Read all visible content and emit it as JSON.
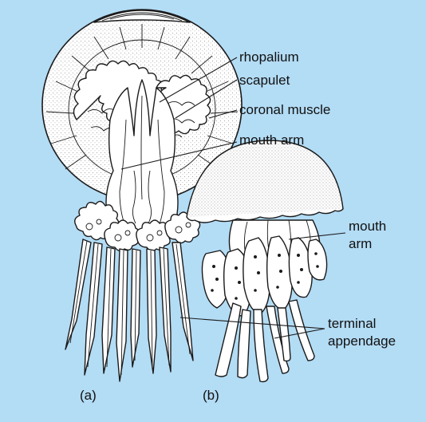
{
  "labels": {
    "rhopalium": "rhopalium",
    "scapulet": "scapulet",
    "coronal_muscle": "coronal muscle",
    "mouth_arm_a": "mouth arm",
    "mouth_arm_b_line1": "mouth",
    "mouth_arm_b_line2": "arm",
    "terminal_line1": "terminal",
    "terminal_line2": "appendage"
  },
  "panels": {
    "a": "(a)",
    "b": "(b)"
  },
  "colors": {
    "background": "#b3dcf5",
    "ink": "#1a1a1a",
    "fill": "#ffffff"
  }
}
